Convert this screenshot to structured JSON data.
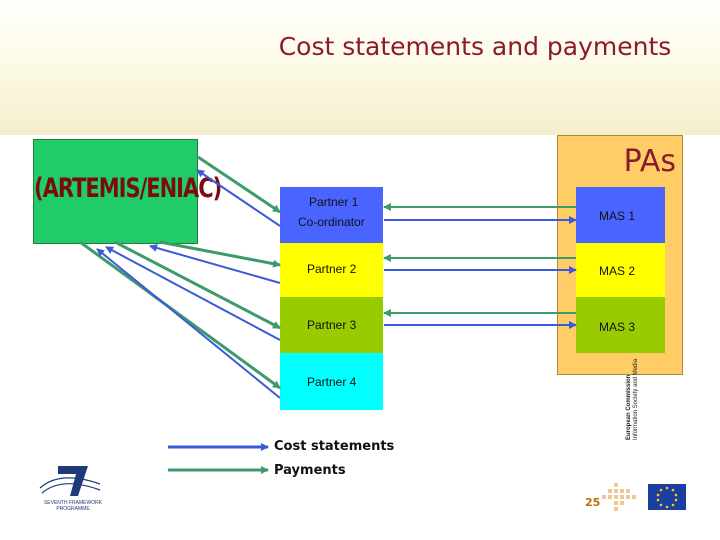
{
  "title": "Cost statements and payments",
  "ji_label": "(ARTEMIS/ENIAC)",
  "pas_label": "PAs",
  "partners": {
    "p1_line1": "Partner 1",
    "p1_line2": "Co-ordinator",
    "p2": "Partner 2",
    "p3": "Partner 3",
    "p4": "Partner 4"
  },
  "mas": [
    "MAS 1",
    "MAS 2",
    "MAS 3"
  ],
  "legend": {
    "cost": "Cost statements",
    "payments": "Payments"
  },
  "colors": {
    "title": "#8b1a2a",
    "cost_arrow": "#3a5ad8",
    "payment_arrow": "#3d9b6a",
    "ji_box": "#1fcc68",
    "pas_box": "#ffcc66"
  },
  "footer": {
    "page_number": "25",
    "ec_line1": "European Commission",
    "ec_line2": "Information Society and Media",
    "fp7_line1": "SEVENTH FRAMEWORK",
    "fp7_line2": "PROGRAMME"
  }
}
